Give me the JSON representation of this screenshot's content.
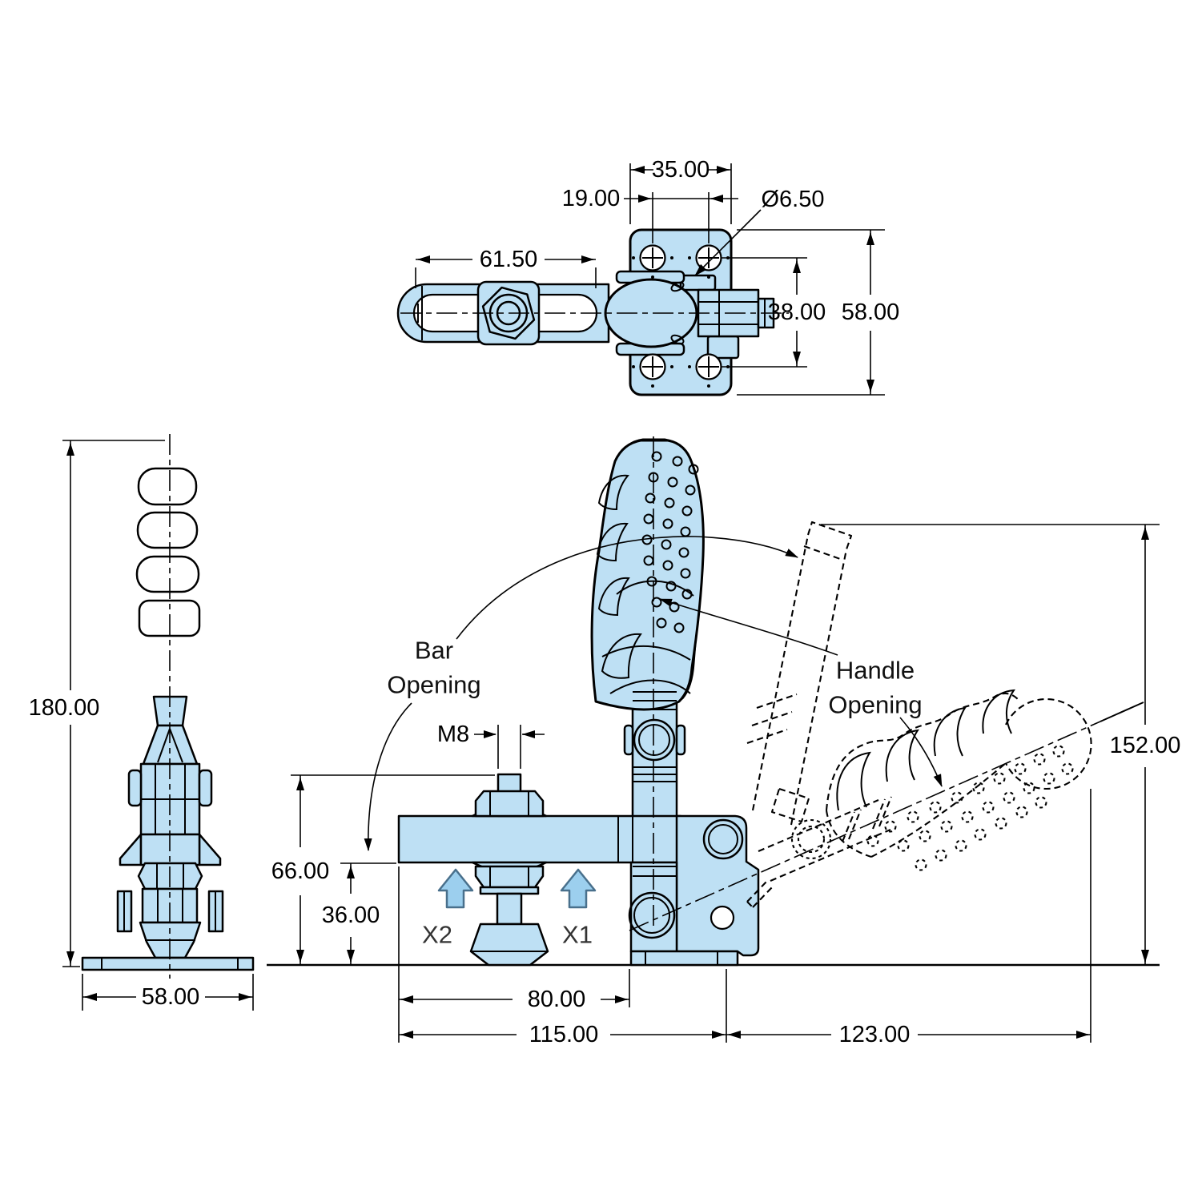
{
  "drawing": {
    "type": "engineering-drawing",
    "subject": "vertical handle toggle clamp - dimensioned views",
    "colors": {
      "part_fill": "#BEE0F4",
      "line": "#000000",
      "force_arrow_fill": "#9CCFEE",
      "force_arrow_stroke": "#49708C",
      "background": "#FFFFFF"
    },
    "views": {
      "top": {
        "dims": {
          "plate_width": "35.00",
          "hole_spacing_h": "19.00",
          "hole_diameter": "Ø6.50",
          "slot_length": "61.50",
          "hole_spacing_v": "38.00",
          "plate_height": "58.00"
        }
      },
      "front": {
        "dims": {
          "overall_height": "180.00",
          "base_width": "58.00"
        }
      },
      "side": {
        "dims": {
          "spindle_thread": "M8",
          "bar_top_height": "66.00",
          "bar_clearance": "36.00",
          "bar_length": "80.00",
          "overall_length": "115.00",
          "handle_reach": "123.00",
          "handle_height_open": "152.00"
        },
        "labels": {
          "bar_opening_line1": "Bar",
          "bar_opening_line2": "Opening",
          "handle_opening_line1": "Handle",
          "handle_opening_line2": "Opening",
          "force_point_1": "X1",
          "force_point_2": "X2"
        }
      }
    }
  }
}
